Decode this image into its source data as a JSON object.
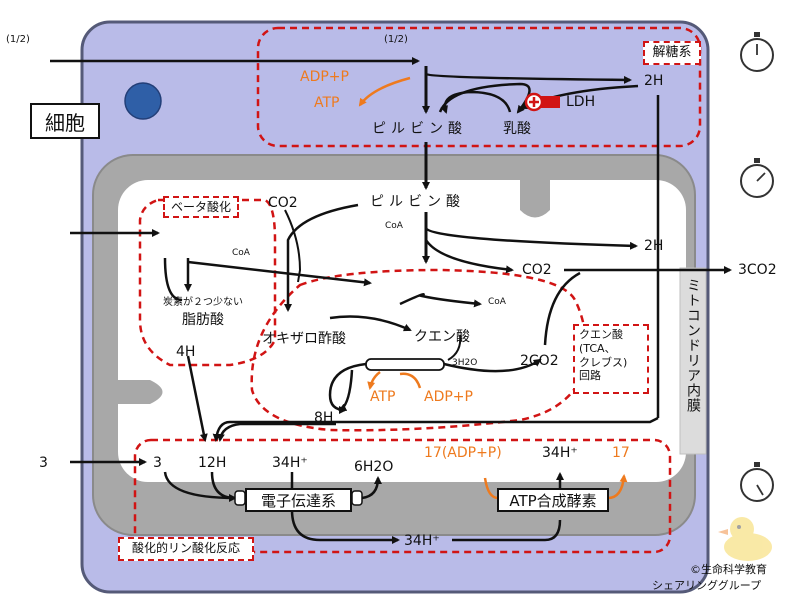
{
  "fraction_left": "(1/2)",
  "fraction_top": "(1/2)",
  "cell_label": "細胞",
  "glycolysis": {
    "box_label": "解糖系",
    "adp_p": "ADP+P",
    "atp": "ATP",
    "two_h": "2H",
    "pyruvic_acid": "ピルビン酸",
    "lactic_acid": "乳酸",
    "ldh": "LDH"
  },
  "mitochondria": {
    "beta_box": "ベータ酸化",
    "co2": "CO2",
    "pyruvic_acid": "ピルビン酸",
    "coa_1": "CoA",
    "coa_2": "CoA",
    "coa_3": "CoA",
    "two_h": "2H",
    "co2_mid": "CO2",
    "three_co2": "3CO2",
    "carbon_note": "炭素が２つ少ない",
    "fatty_acid": "脂肪酸",
    "four_h": "4H",
    "oxaloacetic": "オキザロ酢酸",
    "citric": "クエン酸",
    "three_h2o": "3H2O",
    "two_co2": "2CO2",
    "atp": "ATP",
    "adp_p": "ADP+P",
    "eight_h": "8H",
    "tca_line1": "クエン酸",
    "tca_line2": "(TCA、",
    "tca_line3": "クレブス)",
    "tca_line4": "回路",
    "membrane_label": "ミトコンドリア内膜"
  },
  "oxidative": {
    "left_three": "3",
    "inner_three": "3",
    "twelve_h": "12H",
    "h_plus_34": "34H⁺",
    "six_h2o": "6H2O",
    "adp_17": "17(ADP+P)",
    "h_plus_34_right": "34H⁺",
    "seventeen": "17",
    "etc": "電子伝達系",
    "atp_synthase": "ATP合成酵素",
    "h_plus_bottom": "34H⁺",
    "box_label": "酸化的リン酸化反応"
  },
  "credit_line1": "©生命科学教育",
  "credit_line2": "シェアリンググループ",
  "colors": {
    "cell_fill": "#b9bbe8",
    "cell_border": "#555a78",
    "mito_gray": "#a8a8a8",
    "mito_inner": "#ffffff",
    "red_dash": "#d11414",
    "orange": "#ee7a1e",
    "nucleus": "#2f5fa7"
  },
  "icons": [
    "stopwatch-icon",
    "stopwatch-icon",
    "stopwatch-icon",
    "duck-mascot-icon",
    "nucleus-icon"
  ]
}
